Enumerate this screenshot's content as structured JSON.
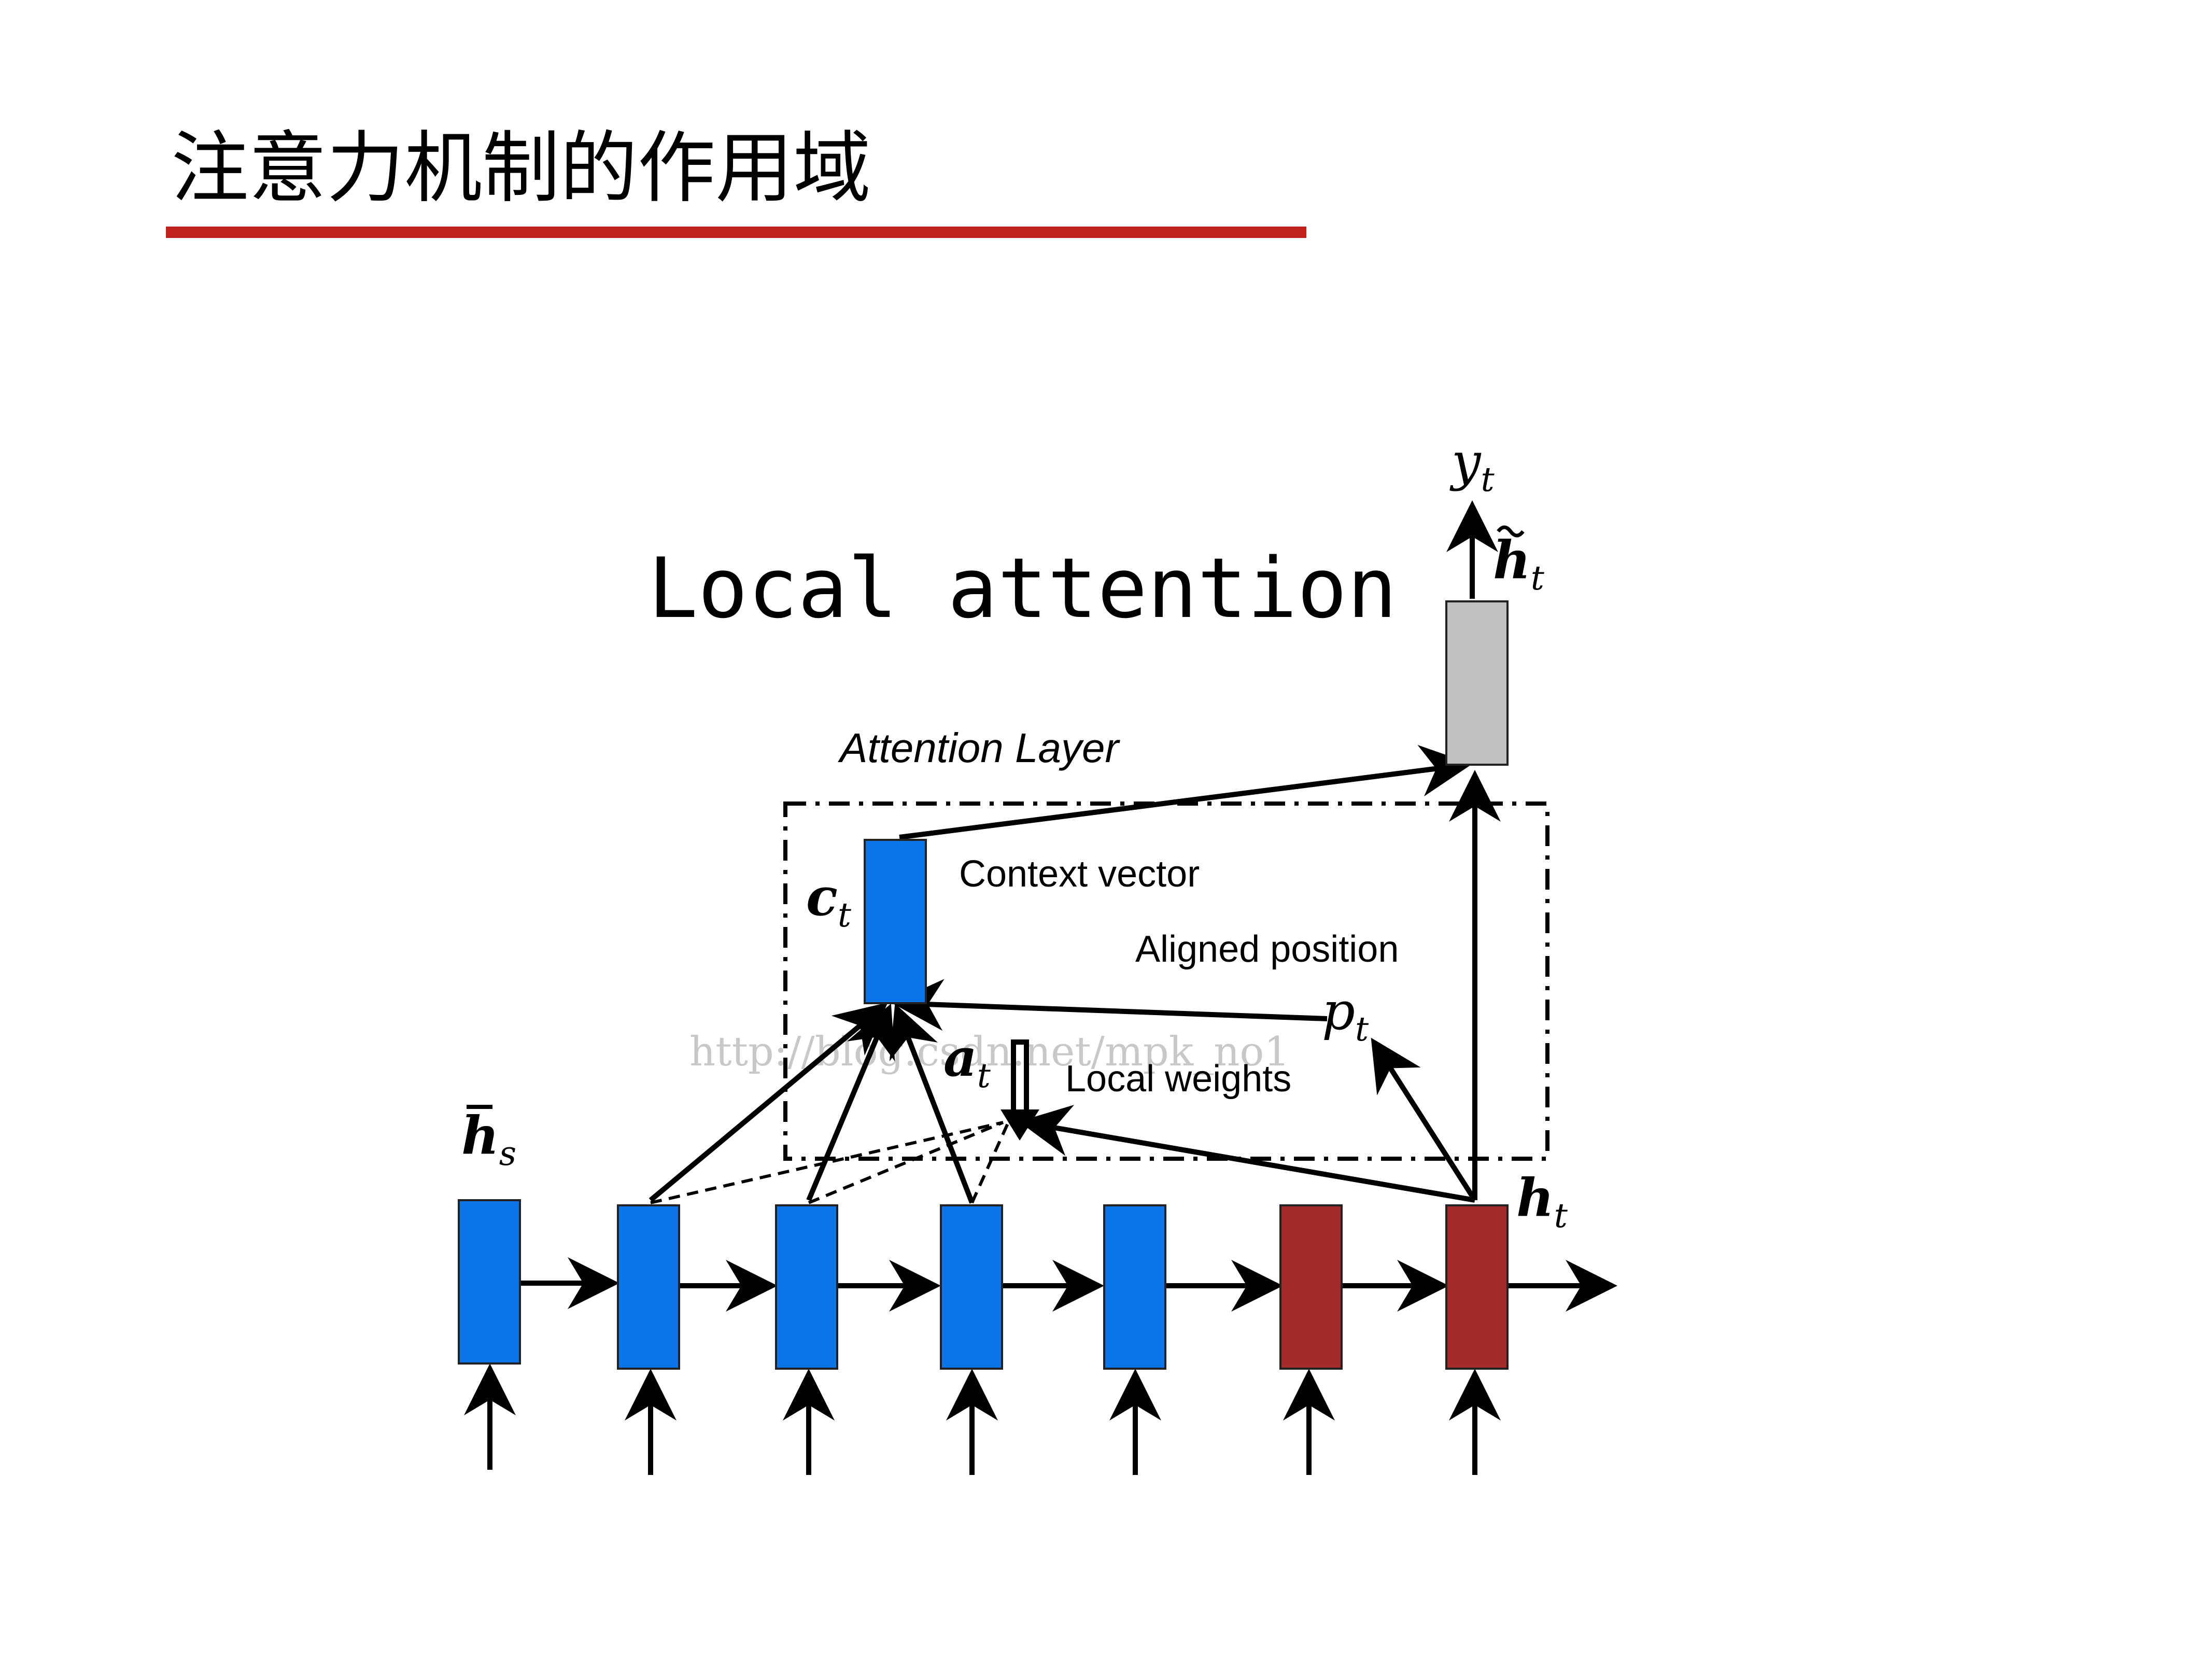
{
  "slide": {
    "title": "注意力机制的作用域",
    "underline_color": "#c0211d"
  },
  "diagram": {
    "heading": "Local attention",
    "attention_layer_label": "Attention Layer",
    "context_vector_label": "Context vector",
    "aligned_position_label": "Aligned position",
    "local_weights_label": "Local weights",
    "watermark": "http://blog.csdn.net/mpk_no1",
    "symbols": {
      "hs_bar": "h",
      "hs_sub": "s",
      "ht": "h",
      "ht_sub": "t",
      "ct": "c",
      "ct_sub": "t",
      "at": "a",
      "at_sub": "t",
      "pt": "p",
      "pt_sub": "t",
      "yt": "y",
      "yt_sub": "t",
      "ht_tilde": "h",
      "ht_tilde_sub": "t"
    },
    "colors": {
      "source_state": "#0a74e8",
      "target_state": "#a52a2a",
      "output_state": "#c0c0c0",
      "context_vector": "#0a74e8",
      "arrow": "#000000"
    }
  }
}
